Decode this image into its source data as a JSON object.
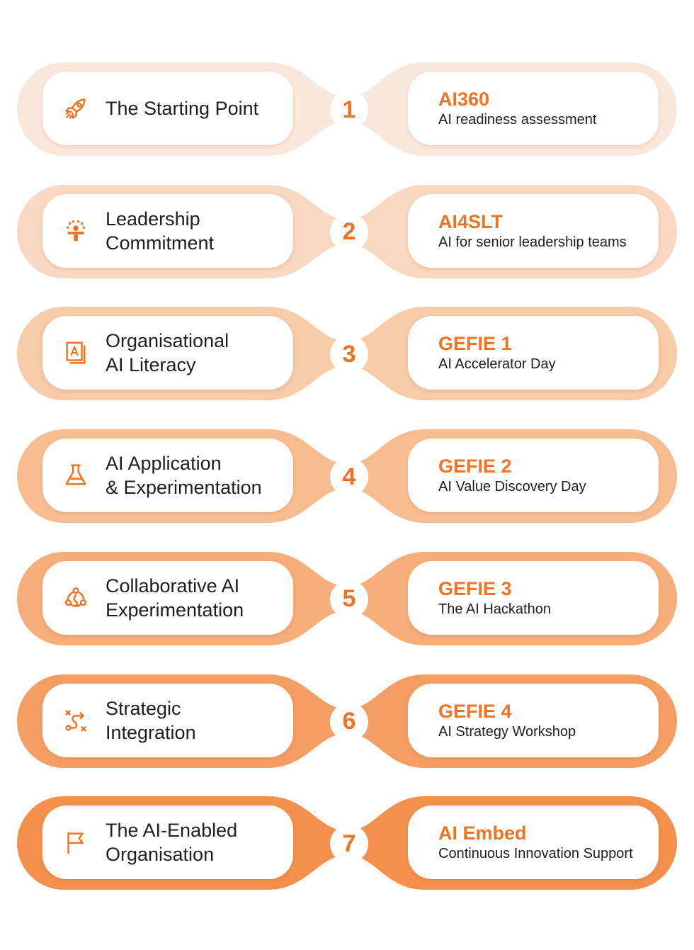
{
  "accent_color": "#f07223",
  "text_color": "#1f1f1f",
  "stages": [
    {
      "number": "1",
      "label": "The Starting Point",
      "icon": "rocket-icon",
      "program": "AI360",
      "description": "AI readiness assessment",
      "band_color": "#fbe8dc"
    },
    {
      "number": "2",
      "label": "Leadership\nCommitment",
      "icon": "leader-icon",
      "program": "AI4SLT",
      "description": "AI for senior leadership teams",
      "band_color": "#f9d9c2"
    },
    {
      "number": "3",
      "label": "Organisational\nAI Literacy",
      "icon": "book-icon",
      "program": "GEFIE 1",
      "description": "AI Accelerator Day",
      "band_color": "#f8cba9"
    },
    {
      "number": "4",
      "label": "AI Application\n& Experimentation",
      "icon": "flask-icon",
      "program": "GEFIE 2",
      "description": "AI Value Discovery Day",
      "band_color": "#f7bd91"
    },
    {
      "number": "5",
      "label": "Collaborative AI\nExperimentation",
      "icon": "collaboration-icon",
      "program": "GEFIE 3",
      "description": "The AI Hackathon",
      "band_color": "#f6ae7a"
    },
    {
      "number": "6",
      "label": "Strategic\nIntegration",
      "icon": "route-icon",
      "program": "GEFIE 4",
      "description": "AI Strategy Workshop",
      "band_color": "#f59e63"
    },
    {
      "number": "7",
      "label": "The AI-Enabled\nOrganisation",
      "icon": "flag-icon",
      "program": "AI Embed",
      "description": "Continuous Innovation Support",
      "band_color": "#f48f4c"
    }
  ]
}
